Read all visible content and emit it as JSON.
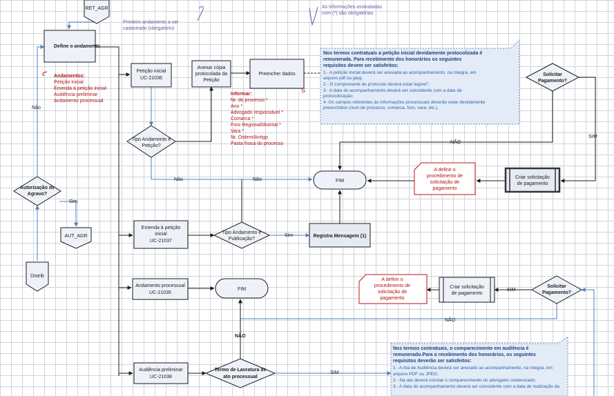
{
  "nodes": {
    "ret_agr": "RET_AGR",
    "define": "Define o andamento",
    "define_star": "*",
    "peticao": [
      "Petição inicial",
      "UC-21036"
    ],
    "anexar": [
      "Anexar cópia",
      "protocolada da",
      "Petição"
    ],
    "preencher": "Preencher dados",
    "solicitar_pag_top": [
      "Solicitar",
      "Pagamento?"
    ],
    "tipo_and_pet": [
      "Tipo Andamento é",
      "Petição?"
    ],
    "fim_top": "FIM",
    "a_definir_top": [
      "A definir o",
      "procedimento de",
      "solicitação de",
      "pagamento"
    ],
    "criar_sol_top": [
      "Criar solicitação",
      "de pagamento"
    ],
    "autorizacao": [
      "Autorização de",
      "Agravo?"
    ],
    "aut_agr": "AUT_AGR",
    "distrib": "Distrib",
    "emenda": [
      "Emenda à petição",
      "inicial",
      "UC-21037"
    ],
    "tipo_and_pub": [
      "Tipo Andamento é",
      "Publicação?"
    ],
    "registra": "Registra Mensagem (1)",
    "andamento_proc": [
      "Andamento processual",
      "UC-21035"
    ],
    "fim_mid": "FIM",
    "a_definir_mid": [
      "A definir o",
      "procedimento de",
      "solicitação de",
      "pagamento"
    ],
    "criar_sol_mid": [
      "Criar solicitação",
      "de pagamento"
    ],
    "solicitar_pag_mid": [
      "Solicitar",
      "Pagamento?"
    ],
    "audiencia": [
      "Audiência preliminar",
      "UC-21038"
    ],
    "termo": [
      "Termo de Lavratura de",
      "ato processual"
    ]
  },
  "edges": {
    "nao_left": "Não",
    "sim_left": "Sim",
    "nao_pet": "Não",
    "nao_pet2": "Não",
    "sim_pub": "Sim",
    "nao_top": "NÃO",
    "sim_top": "SIM",
    "sim_mid": "SIM",
    "nao_mid": "NÃO",
    "nao_termo": "NÃO",
    "sim_termo": "SIM",
    "s_mark": "S"
  },
  "annotations": {
    "primeiro": [
      "Primeiro andamento a ser",
      "cadastrado (obrigatório)"
    ],
    "assinaladas": [
      "As informações assinaladas",
      "com (*) são obrigatórias"
    ],
    "andamentos_title": "Andamentos:",
    "andamentos": [
      "Petição inicial",
      "Emenda à petição inicial",
      "Audiência preliminar",
      "Andamento processual"
    ],
    "informar_title": "Informar:",
    "informar": [
      "Nr. do processo *",
      "Ano *",
      "Advogado responsável *",
      "Comarca *",
      "Foro Regional/distrital *",
      "Vara *",
      "Nr. Ordem/Antigo",
      "Pasta física do processo"
    ]
  },
  "note_top": {
    "title": [
      "Nos termos contratuais a petição inicial devidamente protocolizada é",
      "remunerada. Para recebimento dos honorários os seguintes",
      "requisitos devem ser satisfeitos:"
    ],
    "items": [
      "1 - A petição inicial deverá ser anexada ao acompanhamento, na íntegra, em",
      "arquivo pdf ou jpeg;",
      "2 - O comprovante de protocolo deverá estar legível\";",
      "3 - A data do acompanhamento deverá ser coincidente com a data da",
      "protocolização;",
      "4 -Os campos referentes às informações processuais deverão estar devidamente",
      "preenchidos (num de processo, comarca, foro, vara, etc.)."
    ]
  },
  "note_bottom": {
    "title": [
      "Nos termos contratuais, o comparecimento em audiência é",
      "remunerado.Para o recebimento dos honorários, os seguintes",
      "requisitos deverão ser satisfeitos:"
    ],
    "items": [
      "1 - A Ata de Audiência deverá ser anexado ao acompanhamento, na íntegra, em",
      "arquivo PDF ou JPEG;",
      "2 - Na ata deverá constar o comparecimento do advogado credenciado;",
      "3 - A data do acompanhamento deverá ser coincidente com a data de realização da"
    ]
  },
  "colors": {
    "grid": "#cfd3da",
    "note_fill": "#e3ecf6",
    "note_text": "#2860b0",
    "red": "#b01010",
    "connector_blue": "#4f7fc0"
  }
}
